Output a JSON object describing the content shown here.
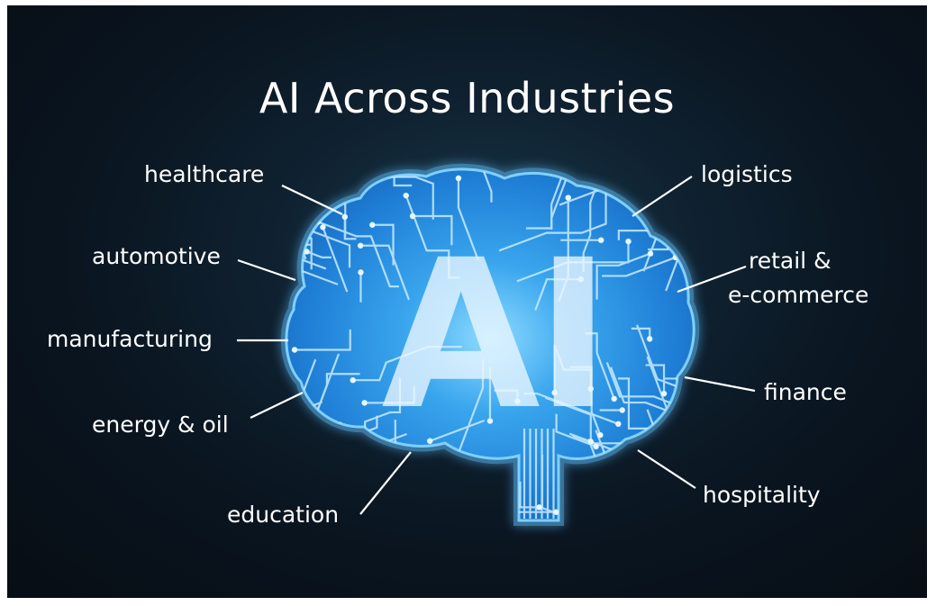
{
  "title": "AI Across Industries",
  "center_text": "AI",
  "industries": {
    "healthcare": "healthcare",
    "automotive": "automotive",
    "manufacturing": "manufacturing",
    "energy_oil": "energy & oil",
    "education": "education",
    "logistics": "logistics",
    "retail_line1": "retail &",
    "retail_line2": "e-commerce",
    "finance": "finance",
    "hospitality": "hospitality"
  },
  "colors": {
    "background": "#0b1722",
    "brain_fill": "#2a8fe0",
    "brain_glow": "#7fd0ff",
    "circuit": "#bfe8ff",
    "text": "#ffffff"
  },
  "icons": [
    "brain-circuit-icon"
  ]
}
